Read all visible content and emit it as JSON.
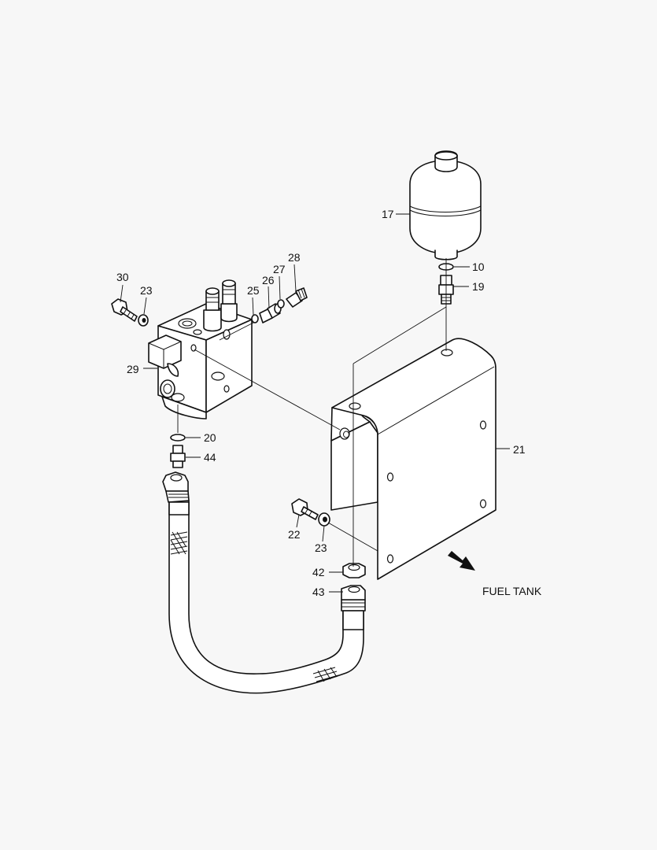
{
  "diagram": {
    "labels": {
      "p10": "10",
      "p17": "17",
      "p19": "19",
      "p20": "20",
      "p21": "21",
      "p22": "22",
      "p23a": "23",
      "p23b": "23",
      "p25": "25",
      "p26": "26",
      "p27": "27",
      "p28": "28",
      "p29": "29",
      "p30": "30",
      "p42": "42",
      "p43": "43",
      "p44": "44"
    },
    "fuel_tank_label": "FUEL TANK"
  }
}
